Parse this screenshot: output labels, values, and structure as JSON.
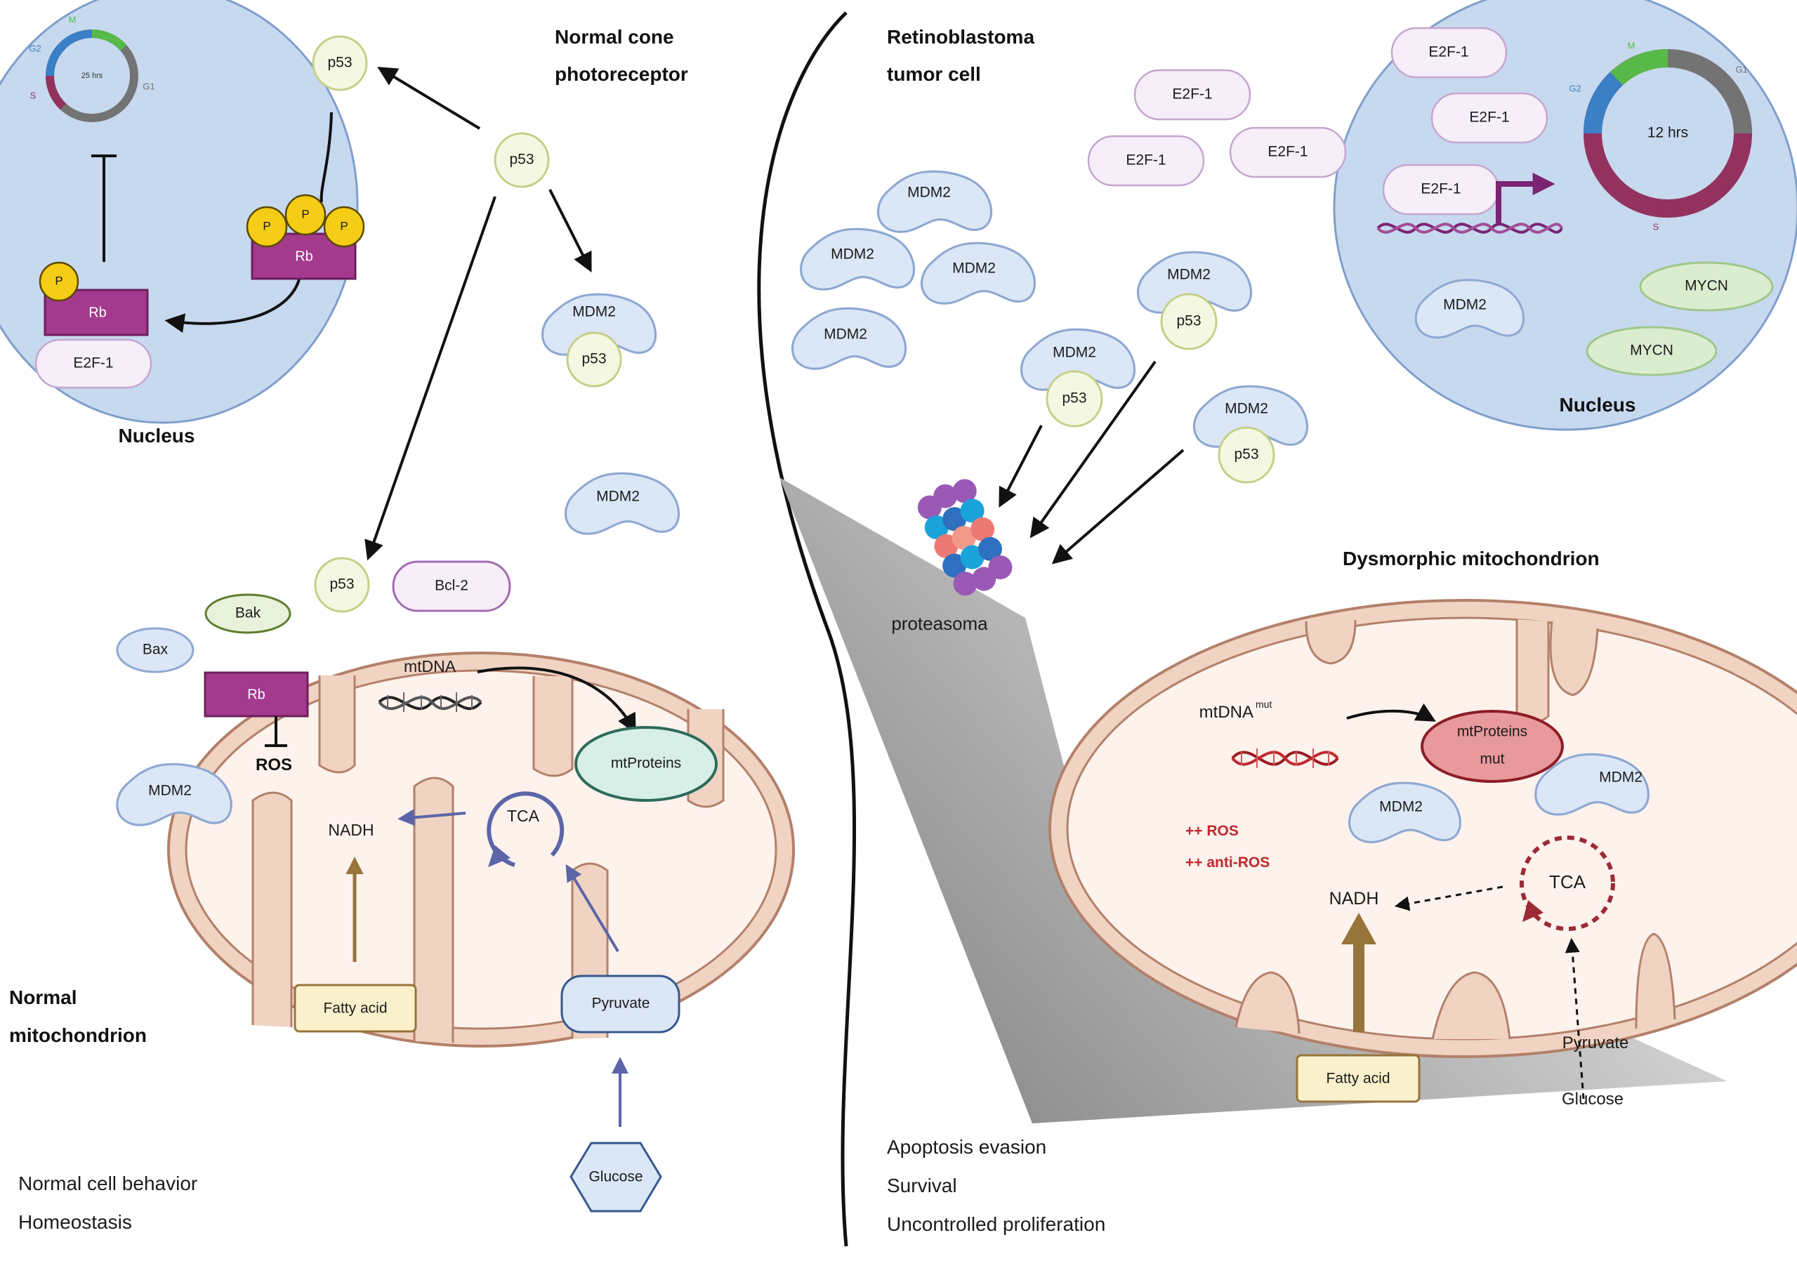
{
  "normal": {
    "title_line1": "Normal cone",
    "title_line2": "photoreceptor",
    "nucleus": {
      "label": "Nucleus",
      "cycle_duration": "25 hrs",
      "phase_labels": [
        "M",
        "G1",
        "S",
        "G2"
      ],
      "p53": "p53",
      "p_badge": "P",
      "rb": "Rb",
      "e2f1": "E2F-1"
    },
    "cytoplasm": {
      "p53": "p53",
      "mdm2": "MDM2",
      "p53_bound": "p53",
      "mdm2_free": "MDM2",
      "p53_mito": "p53",
      "bcl2": "Bcl-2",
      "bak": "Bak",
      "bax": "Bax"
    },
    "mitochondrion": {
      "label_line1": "Normal",
      "label_line2": "mitochondrion",
      "rb": "Rb",
      "ros": "ROS",
      "mtdna": "mtDNA",
      "mtproteins": "mtProteins",
      "mdm2": "MDM2",
      "nadh": "NADH",
      "tca": "TCA",
      "fatty_acid": "Fatty acid",
      "pyruvate": "Pyruvate",
      "glucose": "Glucose"
    },
    "outcome": [
      "Normal cell behavior",
      "Homeostasis"
    ]
  },
  "tumor": {
    "title_line1": "Retinoblastoma",
    "title_line2": "tumor cell",
    "nucleus": {
      "label": "Nucleus",
      "cycle_duration": "12 hrs",
      "phase_labels": [
        "M",
        "G1",
        "S",
        "G2"
      ],
      "e2f1": "E2F-1",
      "mdm2": "MDM2",
      "mycn": "MYCN"
    },
    "cytoplasm": {
      "e2f1": "E2F-1",
      "mdm2": "MDM2",
      "p53": "p53",
      "proteasome": "proteasoma"
    },
    "mitochondrion": {
      "title": "Dysmorphic mitochondrion",
      "mtdna": "mtDNA",
      "mtdna_sup": "mut",
      "mtproteins_line1": "mtProteins",
      "mtproteins_line2": "mut",
      "mdm2": "MDM2",
      "ros": "++ ROS",
      "anti_ros": "++ anti-ROS",
      "nadh": "NADH",
      "tca": "TCA",
      "fatty_acid": "Fatty acid",
      "pyruvate": "Pyruvate",
      "glucose": "Glucose"
    },
    "outcome": [
      "Apoptosis evasion",
      "Survival",
      "Uncontrolled proliferation"
    ]
  },
  "colors": {
    "nucleus_fill": "#c7d9ef",
    "nucleus_edge": "#7f9fcb",
    "mdm2_fill": "#dbe7f6",
    "mdm2_edge": "#8ea8d2",
    "p53_fill": "#f4f7e1",
    "p53_edge": "#c4cf86",
    "e2f1_fill": "#f6eef8",
    "e2f1_edge": "#c5a6cf",
    "rb_fill": "#a33a8d",
    "rb_edge": "#6d1f5c",
    "phospho": "#f5cc16",
    "mito_outer": "#f0d3c2",
    "mito_edge": "#b3806a",
    "mito_inner": "#fdf2ec",
    "cycle_m": "#57b947",
    "cycle_g1": "#737373",
    "cycle_s": "#93325f",
    "cycle_g2": "#3b7fc4",
    "tca_normal": "#5b65a8",
    "tca_tumor": "#9b2a35",
    "fatty_acid": "#97743a",
    "mycn_fill": "#dbedcf",
    "mycn_edge": "#9fc78b",
    "mtproteins_fill": "#d8efe8",
    "mtproteins_edge": "#2c6b5a",
    "mtproteins_mut_fill": "#e8999b",
    "mtproteins_mut_edge": "#8c1d26",
    "ros_red": "#c0282d"
  }
}
